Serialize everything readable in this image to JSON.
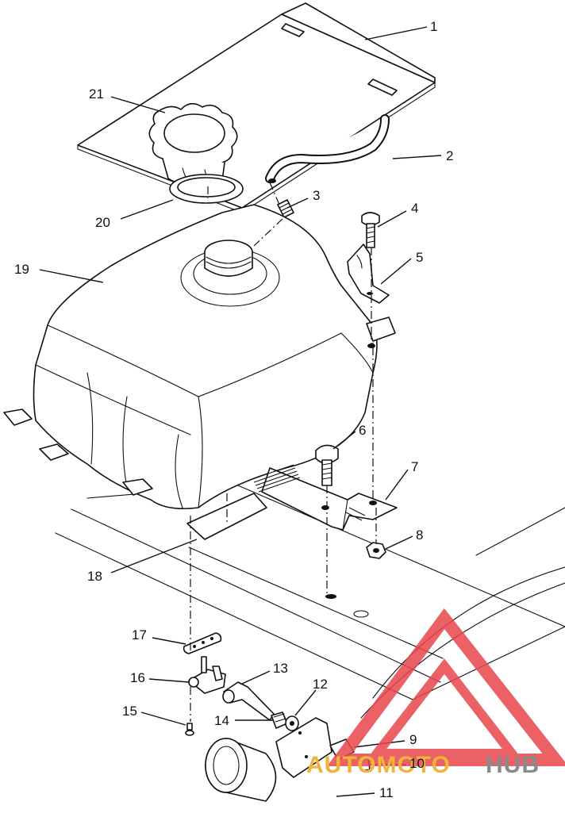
{
  "callouts": [
    {
      "id": "1",
      "label": "1"
    },
    {
      "id": "2",
      "label": "2"
    },
    {
      "id": "3",
      "label": "3"
    },
    {
      "id": "4",
      "label": "4"
    },
    {
      "id": "5",
      "label": "5"
    },
    {
      "id": "6",
      "label": "6"
    },
    {
      "id": "7",
      "label": "7"
    },
    {
      "id": "8",
      "label": "8"
    },
    {
      "id": "9",
      "label": "9"
    },
    {
      "id": "10",
      "label": "10"
    },
    {
      "id": "11",
      "label": "11"
    },
    {
      "id": "12",
      "label": "12"
    },
    {
      "id": "13",
      "label": "13"
    },
    {
      "id": "14",
      "label": "14"
    },
    {
      "id": "15",
      "label": "15"
    },
    {
      "id": "16",
      "label": "16"
    },
    {
      "id": "17",
      "label": "17"
    },
    {
      "id": "18",
      "label": "18"
    },
    {
      "id": "19",
      "label": "19"
    },
    {
      "id": "20",
      "label": "20"
    },
    {
      "id": "21",
      "label": "21"
    }
  ],
  "watermark": {
    "text_left": "AUTOMOTO",
    "text_right": "HUB",
    "color_red": "#e8464b",
    "color_gold": "#f0b43c",
    "color_gray": "#8a8a8a"
  },
  "colors": {
    "line": "#111111",
    "background": "#ffffff"
  }
}
